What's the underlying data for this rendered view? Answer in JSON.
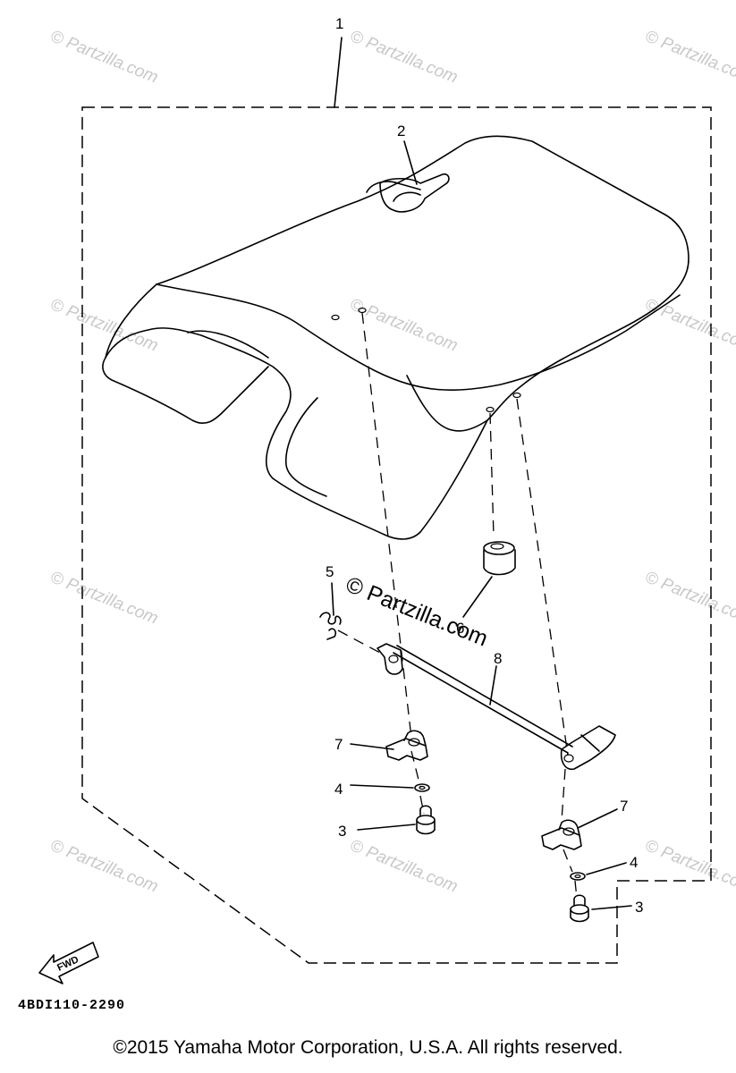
{
  "watermark": "© Partzilla.com",
  "watermark_center": "© Partzilla.com",
  "callouts": {
    "c1": "1",
    "c2": "2",
    "c3a": "3",
    "c3b": "3",
    "c4a": "4",
    "c4b": "4",
    "c5": "5",
    "c6": "6",
    "c7a": "7",
    "c7b": "7",
    "c8": "8"
  },
  "fwd_label": "FWD",
  "diagram_code": "4BDI110-2290",
  "copyright": "©2015 Yamaha Motor Corporation, U.S.A. All rights reserved."
}
